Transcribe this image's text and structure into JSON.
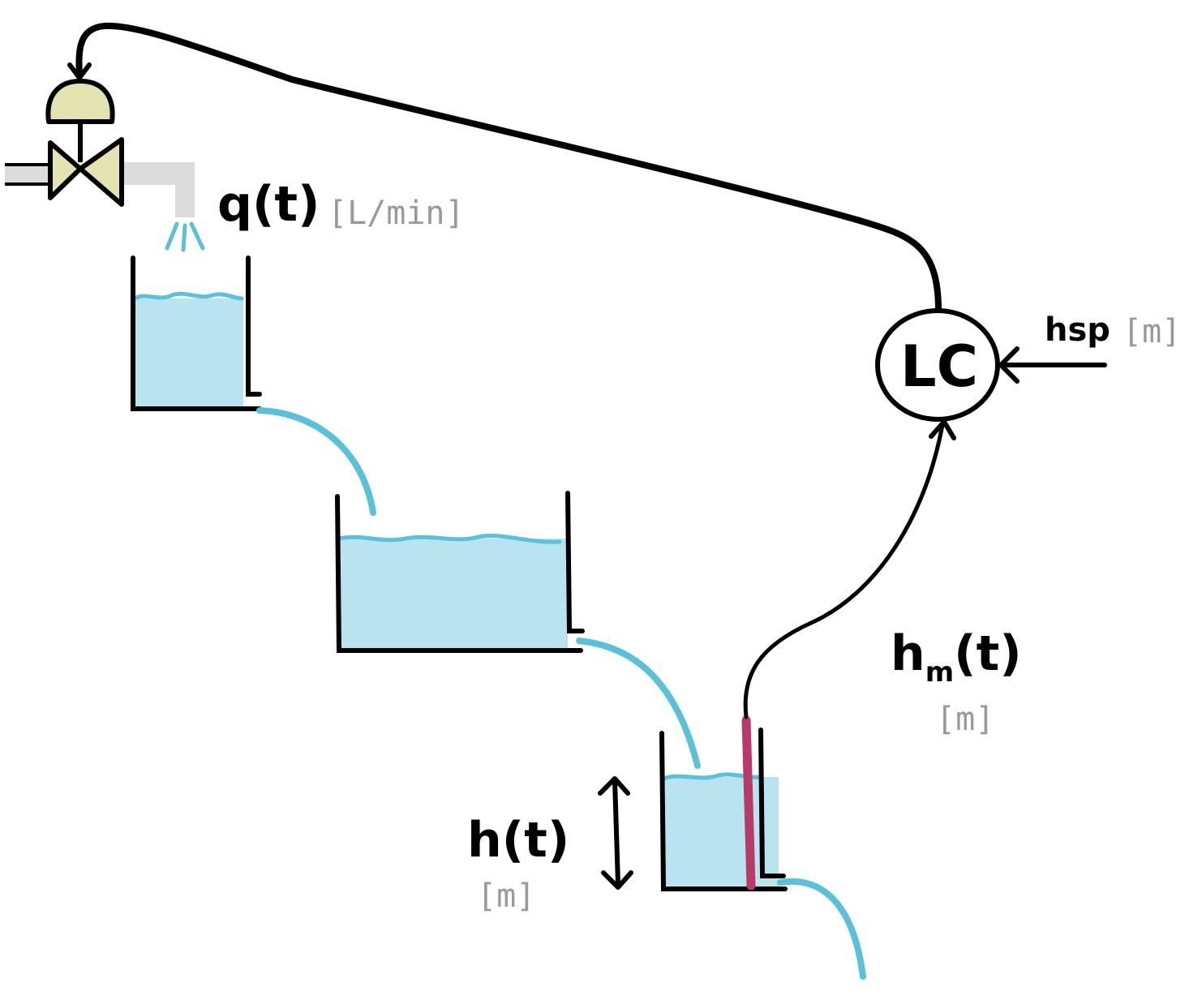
{
  "labels": {
    "inflow": "q(t)",
    "inflow_unit": "[L/min]",
    "setpoint": "hsp",
    "setpoint_unit": "[m]",
    "controller": "LC",
    "measured_main": "h",
    "measured_sub": "m",
    "measured_tail": "(t)",
    "measured_unit": "[m]",
    "level": "h(t)",
    "level_unit": "[m]"
  },
  "colors": {
    "water": "#b9e4ef",
    "water_stream": "#5ac1da",
    "valve_body": "#e2e3b0",
    "pipe": "#dcdcdc",
    "sensor": "#b73a68",
    "line": "#000000",
    "unit_text": "#999999"
  }
}
